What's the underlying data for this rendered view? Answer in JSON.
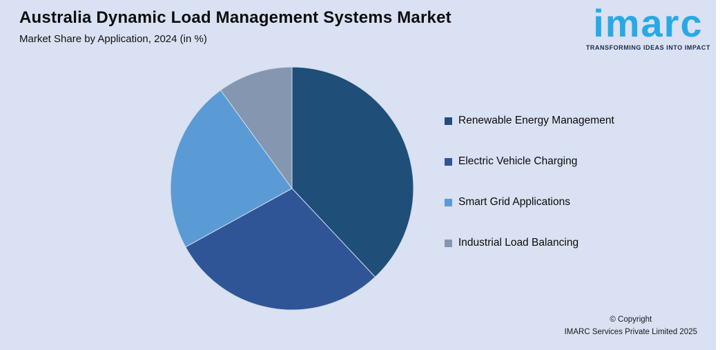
{
  "page": {
    "background": "#D9E1F2"
  },
  "header": {
    "title": "Australia Dynamic Load Management Systems Market",
    "subtitle": "Market Share by Application, 2024 (in %)"
  },
  "logo": {
    "text": "imarc",
    "tagline": "TRANSFORMING IDEAS INTO IMPACT",
    "brand_color": "#29A9E4",
    "tagline_color": "#1B2A4A"
  },
  "chart_data": {
    "type": "pie",
    "title": "Australia Dynamic Load Management Systems Market",
    "subtitle": "Market Share by Application, 2024 (in %)",
    "unit": "%",
    "start_angle_deg": 0,
    "direction": "clockwise",
    "legend_position": "right",
    "data_labels_shown": false,
    "categories": [
      "Renewable Energy Management",
      "Electric Vehicle Charging",
      "Smart Grid Applications",
      "Industrial Load Balancing"
    ],
    "values": [
      38,
      29,
      23,
      10
    ],
    "colors": [
      "#1F4E79",
      "#2F5597",
      "#5B9BD5",
      "#8496B0"
    ],
    "slice_divider_color": "#D3DCEB"
  },
  "footer": {
    "copyright_line1": "© Copyright",
    "copyright_line2": "IMARC Services Private Limited 2025"
  }
}
